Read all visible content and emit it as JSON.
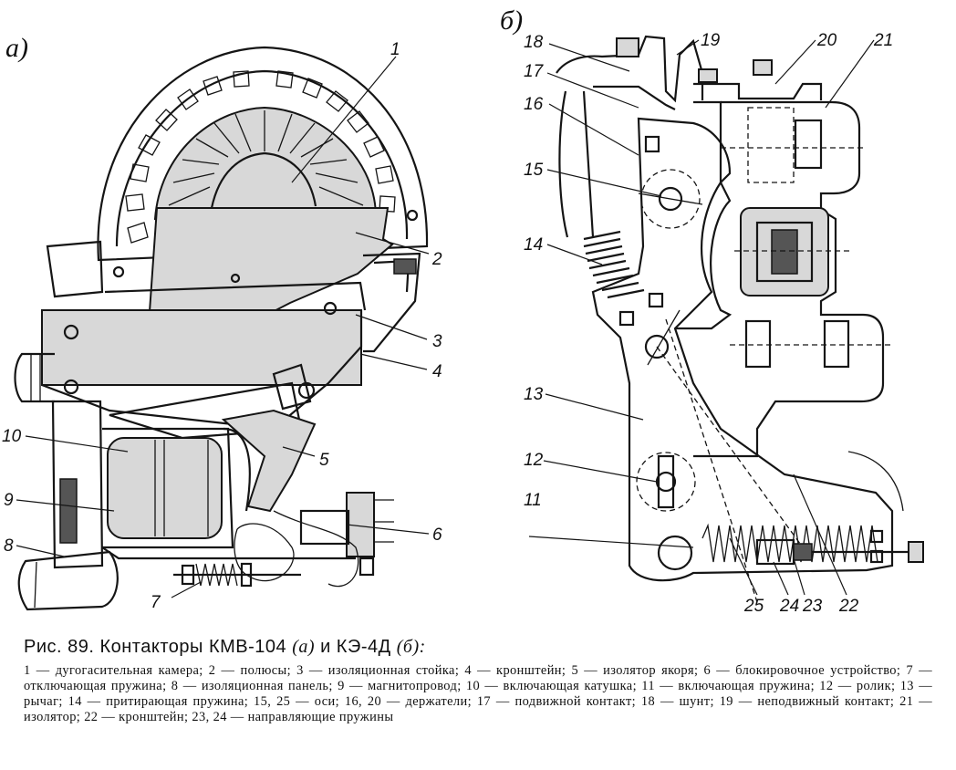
{
  "figure": {
    "panel_a_label": "а)",
    "panel_b_label": "б)",
    "panel_a_callouts": [
      "1",
      "2",
      "3",
      "4",
      "5",
      "6",
      "7",
      "8",
      "9",
      "10"
    ],
    "panel_b_callouts": [
      "11",
      "12",
      "13",
      "14",
      "15",
      "16",
      "17",
      "18",
      "19",
      "20",
      "21",
      "22",
      "23",
      "24",
      "25"
    ],
    "subjects": {
      "panel_a": "контактор КМВ-104",
      "panel_b": "контактор КЭ-4Д"
    }
  },
  "caption": {
    "title_prefix": "Рис. 89. Контакторы КМВ-104 ",
    "title_a": "(а)",
    "title_mid": " и КЭ-4Д ",
    "title_b": "(б):",
    "legend": "1 — дугогасительная камера; 2 — полюсы; 3 — изоляционная стойка; 4 — кронштейн; 5 — изолятор якоря; 6 — блокировочное устройство; 7 — отключающая пружина; 8 — изоляционная панель; 9 — магнитопровод; 10 — включающая катушка; 11 — включающая пружина; 12 — ролик; 13 — рычаг; 14 — притирающая пружина; 15, 25 — оси; 16, 20 — держатели; 17 — подвижной контакт; 18 — шунт; 19 — неподвижный контакт; 21 — изолятор; 22 — кронштейн; 23, 24 — направляющие пружины"
  }
}
